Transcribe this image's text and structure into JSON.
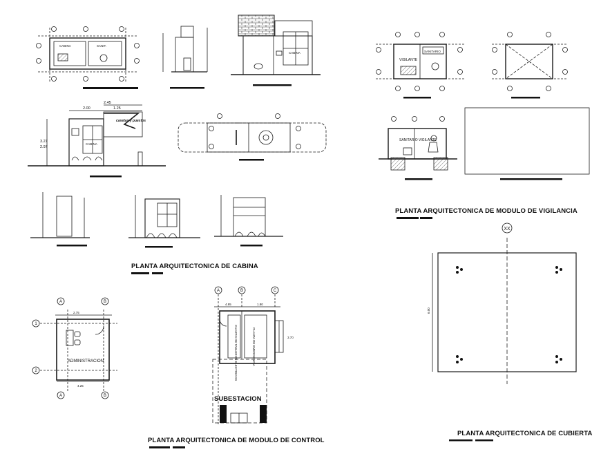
{
  "captions": {
    "cabina": "PLANTA ARQUITECTONICA DE CABINA",
    "vigilancia": "PLANTA ARQUITECTONICA DE MODULO DE VIGILANCIA",
    "control": "PLANTA ARQUITECTONICA DE MODULO DE CONTROL",
    "cubierta": "PLANTA ARQUITECTONICA DE CUBIERTA"
  },
  "room_labels": {
    "vigilante": "VIGILANTE",
    "sanitario": "SANITARIO",
    "cabina": "CABINA",
    "administracion": "ADMINISTRACION",
    "subestacion": "SUBESTACION",
    "cuarto_tableros": "CUARTO DE TABLEROS ELECTRICOS",
    "planta_emergencia": "PLANTA DE EMERGENCIA",
    "caseta_logo": "casetas y puestos"
  },
  "grid_labels": {
    "col_a": "A",
    "col_b": "B",
    "col_c": "C",
    "row_1": "1",
    "row_2": "2",
    "ridge": "XX"
  },
  "dimensions": {
    "d245": "2.45",
    "d200": "2.00",
    "d125": "1.25",
    "d327": "3.27",
    "d297": "2.97",
    "d275": "2.75",
    "d425": "4.25",
    "d370": "3.70",
    "d180": "1.80",
    "d495": "4.95",
    "d600": "6.00"
  },
  "colors": {
    "line": "#1a1a1a",
    "hatch": "#444444",
    "background": "#ffffff"
  }
}
